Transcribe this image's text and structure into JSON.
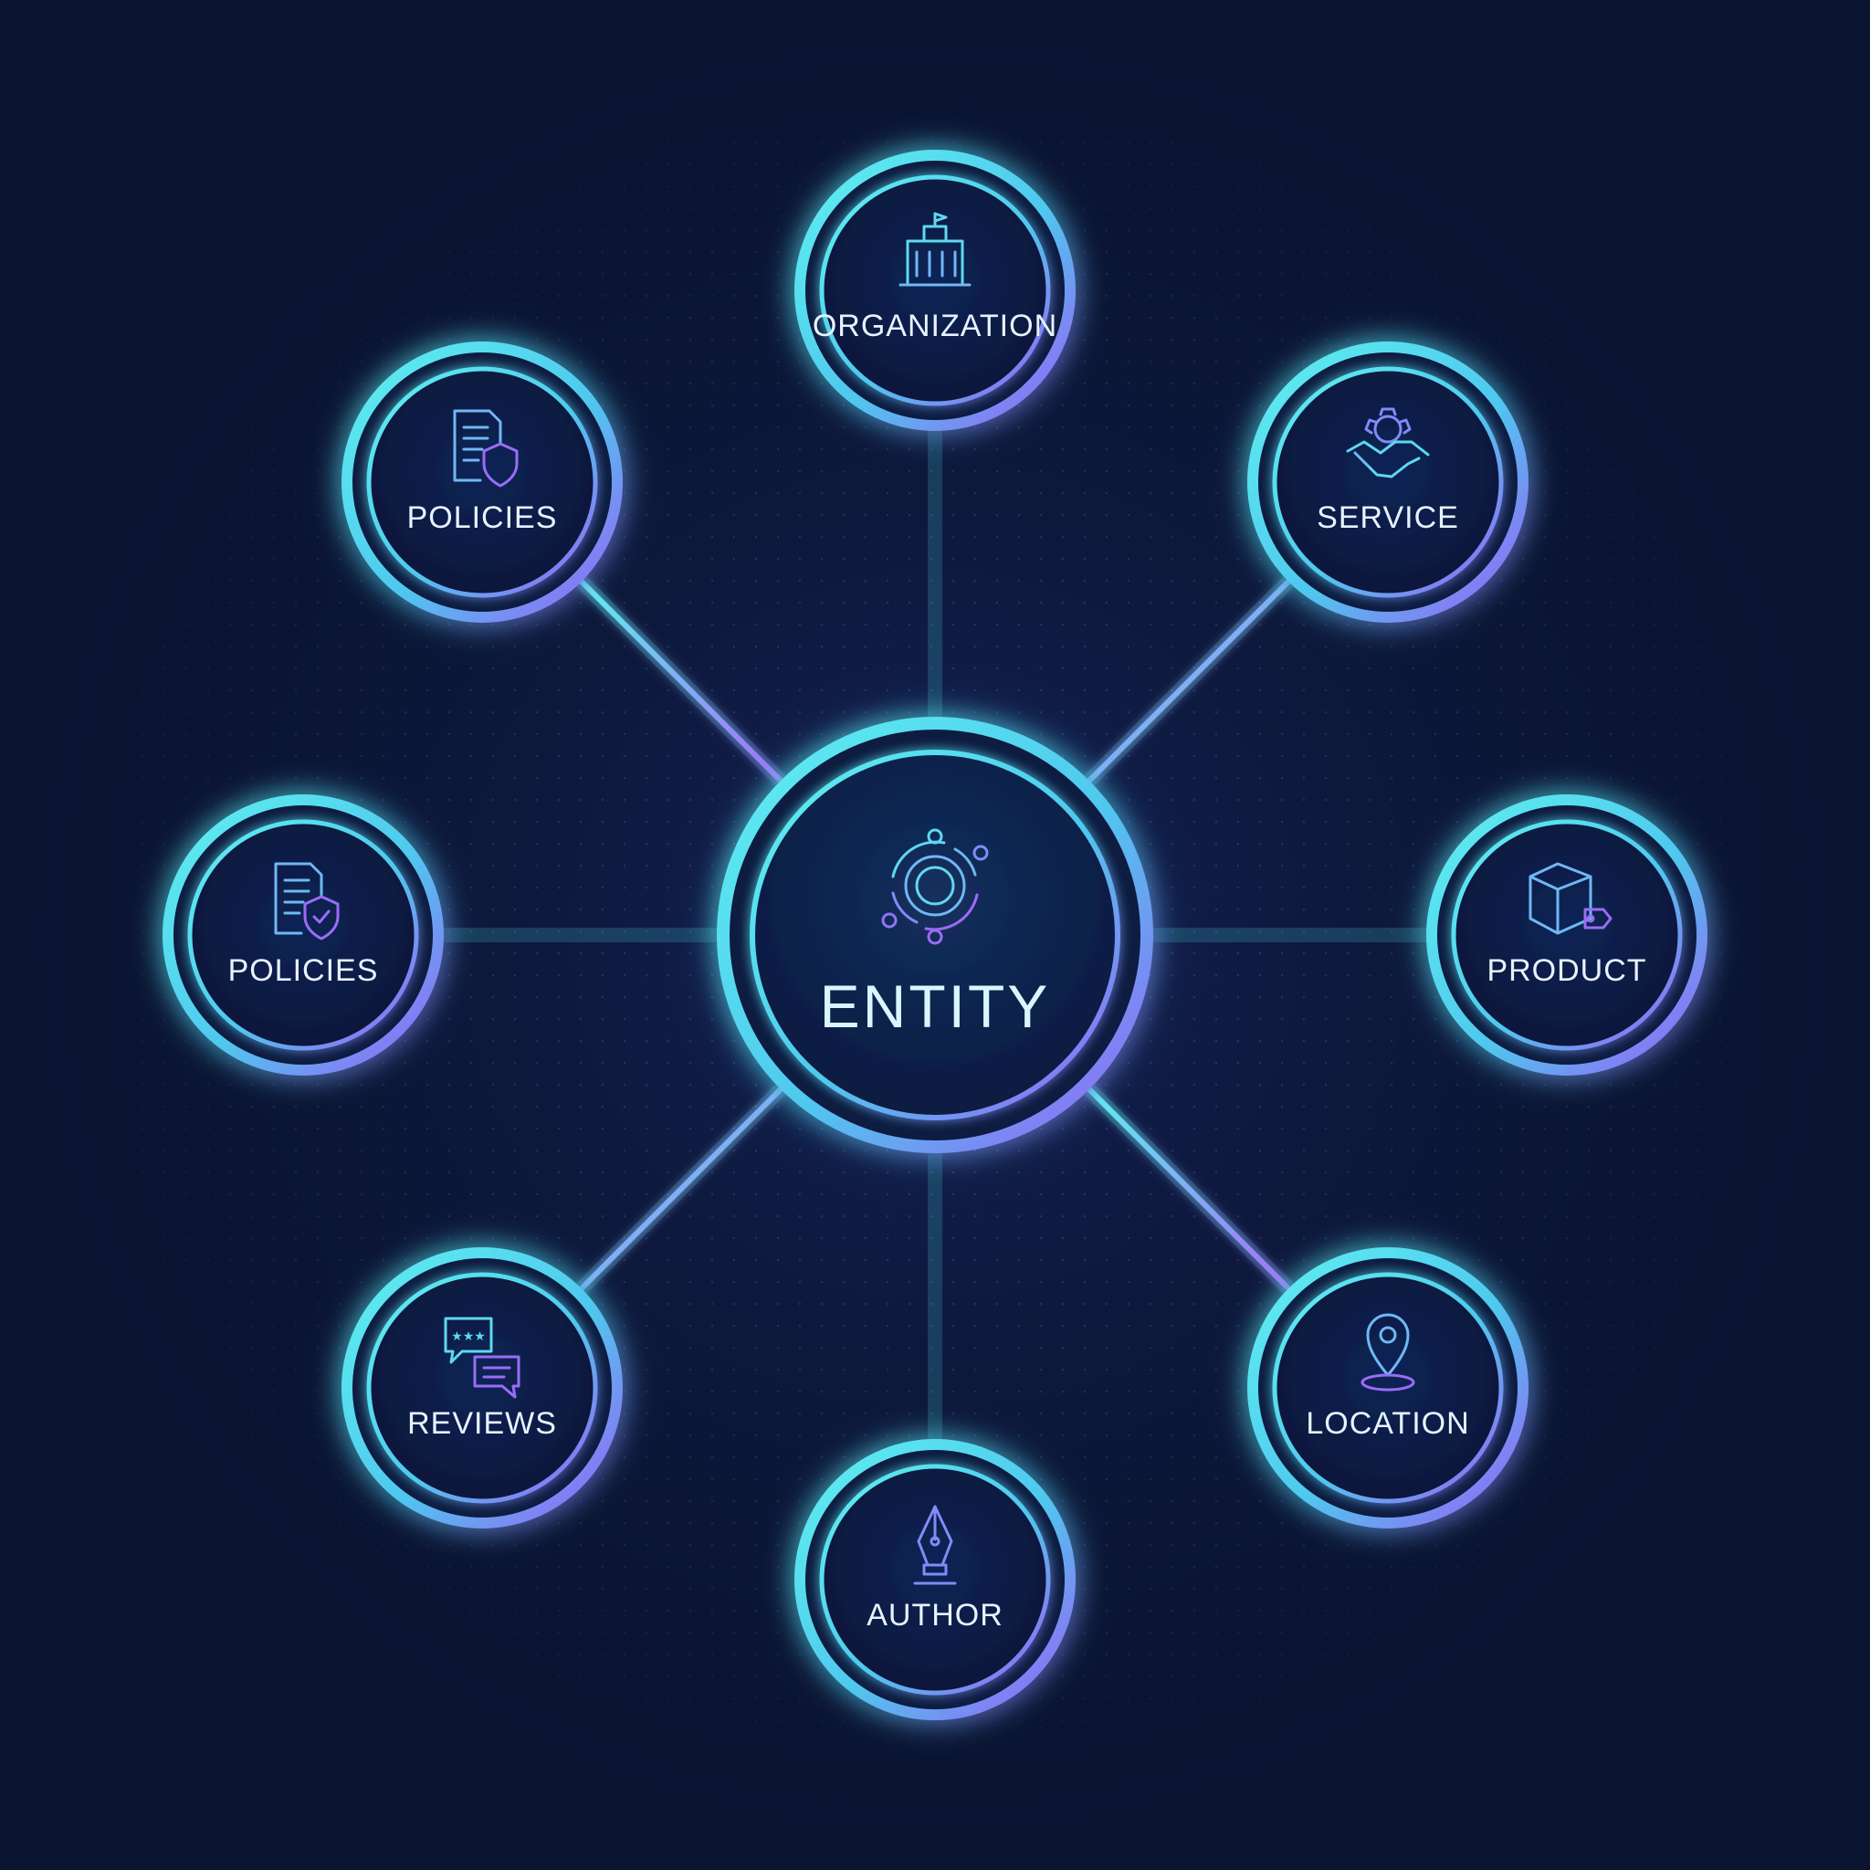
{
  "colors": {
    "background": "#0a1330",
    "cyan": "#4fe6ee",
    "violet": "#8a5cf6",
    "text": "#e8f2ff"
  },
  "hub": {
    "label": "ENTITY",
    "icon": "orbit-icon"
  },
  "nodes": [
    {
      "id": "organization",
      "label": "ORGANIZATION",
      "icon": "building-icon"
    },
    {
      "id": "service",
      "label": "SERVICE",
      "icon": "handshake-gear-icon"
    },
    {
      "id": "product",
      "label": "PRODUCT",
      "icon": "box-tag-icon"
    },
    {
      "id": "location",
      "label": "LOCATION",
      "icon": "map-pin-icon"
    },
    {
      "id": "author",
      "label": "AUTHOR",
      "icon": "pen-nib-icon"
    },
    {
      "id": "reviews",
      "label": "REVIEWS",
      "icon": "chat-stars-icon"
    },
    {
      "id": "policies-left",
      "label": "POLICIES",
      "icon": "document-shield-check-icon"
    },
    {
      "id": "policies-top-left",
      "label": "POLICIES",
      "icon": "document-shield-icon"
    }
  ]
}
